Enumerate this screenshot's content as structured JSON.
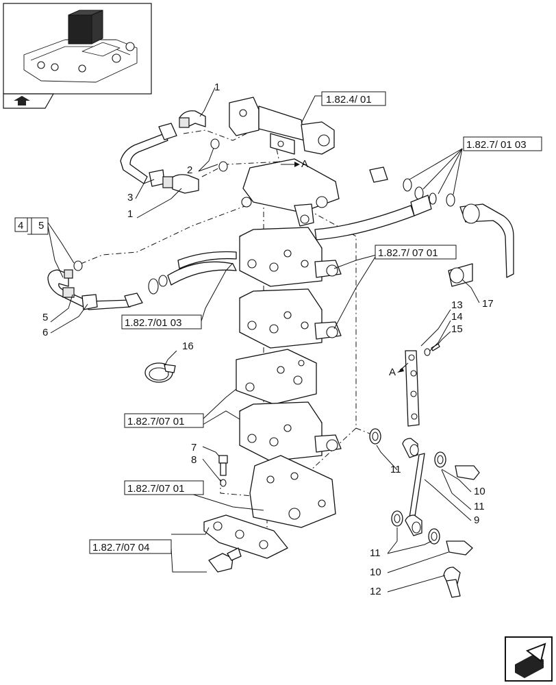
{
  "part_numbers": {
    "n1_top": "1",
    "n1_bottom": "1",
    "n2": "2",
    "n3": "3",
    "n4": "4",
    "n5_top": "5",
    "n5_bottom": "5",
    "n6": "6",
    "n7": "7",
    "n8": "8",
    "n9": "9",
    "n10_top": "10",
    "n10_bottom": "10",
    "n11_left": "11",
    "n11_right": "11",
    "n11_bottom": "11",
    "n12": "12",
    "n13": "13",
    "n14": "14",
    "n15": "15",
    "n16": "16",
    "n17": "17"
  },
  "reference_labels": {
    "ref_top": "1.82.4/ 01",
    "ref_right": "1.82.7/ 01 03",
    "ref_valve": "1.82.7/ 07 01",
    "ref_pipe": "1.82.7/01 03",
    "ref_mid": "1.82.7/07 01",
    "ref_low": "1.82.7/07 01",
    "ref_bracket": "1.82.7/07 04"
  },
  "markers": {
    "arrow_a_top": "A",
    "arrow_a_side": "A"
  },
  "icons": {
    "thumbnail": "tractor-lift-thumbnail-icon",
    "back": "back-arrow-icon",
    "next": "next-page-arrow-icon"
  }
}
